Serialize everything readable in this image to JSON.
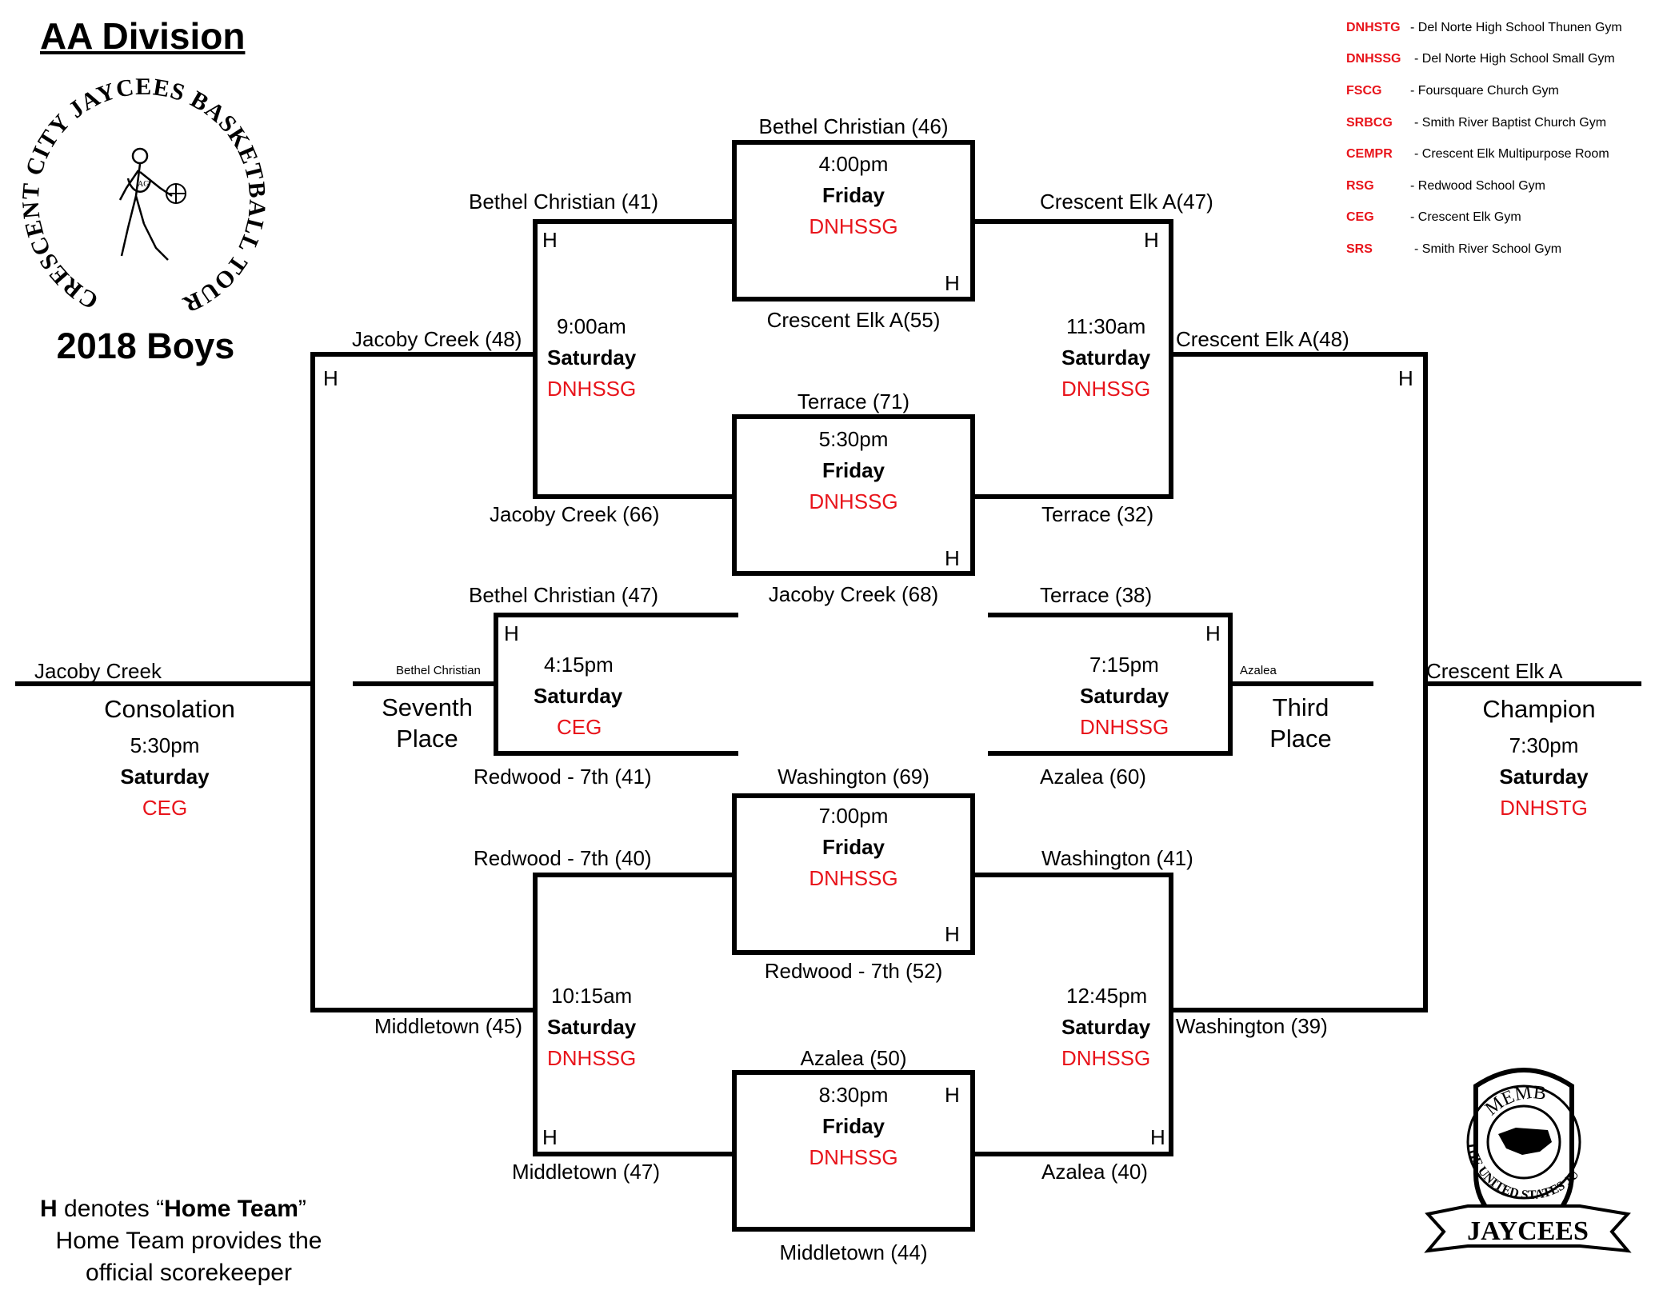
{
  "title": "AA Division",
  "subtitle": "2018 Boys",
  "logo_text": "CRESCENT CITY JAYCEES BASKETBALL TOURNAMENT",
  "jaycees_logo": {
    "top": "MEMBER",
    "ring": "THE UNITED STATES JUNIOR CHAMBER OF COMMERCE",
    "banner": "JAYCEES"
  },
  "legend": [
    {
      "code": "DNHSTG",
      "desc": "- Del Norte High School Thunen Gym"
    },
    {
      "code": "DNHSSG",
      "desc": "- Del Norte High School Small Gym"
    },
    {
      "code": "FSCG",
      "desc": "- Foursquare Church Gym"
    },
    {
      "code": "SRBCG",
      "desc": "- Smith River Baptist Church Gym"
    },
    {
      "code": "CEMPR",
      "desc": "- Crescent Elk Multipurpose Room"
    },
    {
      "code": "RSG",
      "desc": "- Redwood School Gym"
    },
    {
      "code": "CEG",
      "desc": "- Crescent Elk Gym"
    },
    {
      "code": "SRS",
      "desc": "- Smith River School Gym"
    }
  ],
  "home_marker": "H",
  "note": {
    "line1_bold": "H",
    "line1_text": " denotes “",
    "line1_bold2": "Home Team",
    "line1_end": "”",
    "line2": "Home Team provides the",
    "line3": "official scorekeeper"
  },
  "games": {
    "g1": {
      "top_team": "Bethel Christian (46)",
      "bottom_team": "Crescent Elk  A(55)",
      "time": "4:00pm",
      "day": "Friday",
      "site": "DNHSSG"
    },
    "g2": {
      "top_team": "Terrace (71)",
      "bottom_team": "Jacoby Creek (68)",
      "time": "5:30pm",
      "day": "Friday",
      "site": "DNHSSG"
    },
    "g3": {
      "top_team": "Washington (69)",
      "bottom_team": "Redwood  - 7th (52)",
      "time": "7:00pm",
      "day": "Friday",
      "site": "DNHSSG"
    },
    "g4": {
      "top_team": "Azalea (50)",
      "bottom_team": "Middletown (44)",
      "time": "8:30pm",
      "day": "Friday",
      "site": "DNHSSG"
    },
    "sf_left_top": {
      "top_team": "Bethel Christian (41)",
      "bottom_team": "Jacoby Creek (66)",
      "time": "9:00am",
      "day": "Saturday",
      "site": "DNHSSG"
    },
    "sf_right_top": {
      "top_team": "Crescent Elk  A(47)",
      "bottom_team": "Terrace (32)",
      "time": "11:30am",
      "day": "Saturday",
      "site": "DNHSSG"
    },
    "sf_left_bottom": {
      "top_team": "Redwood  - 7th (40)",
      "bottom_team": "Middletown (47)",
      "time": "10:15am",
      "day": "Saturday",
      "site": "DNHSSG"
    },
    "sf_right_bottom": {
      "top_team": "Washington (41)",
      "bottom_team": "Azalea (40)",
      "time": "12:45pm",
      "day": "Saturday",
      "site": "DNHSSG"
    },
    "consolation": {
      "top_team": "Jacoby Creek (48)",
      "bottom_team": "Middletown (45)",
      "winner": "Jacoby Creek",
      "label": "Consolation",
      "time": "5:30pm",
      "day": "Saturday",
      "site": "CEG"
    },
    "champion": {
      "top_team": "Crescent Elk  A(48)",
      "bottom_team": "Washington (39)",
      "winner": "Crescent Elk  A",
      "label": "Champion",
      "time": "7:30pm",
      "day": "Saturday",
      "site": "DNHSTG"
    },
    "seventh": {
      "top_team": "Bethel Christian (47)",
      "bottom_team": "Redwood  - 7th (41)",
      "winner": "Bethel Christian",
      "label1": "Seventh",
      "label2": "Place",
      "time": "4:15pm",
      "day": "Saturday",
      "site": "CEG"
    },
    "third": {
      "top_team": "Terrace (38)",
      "bottom_team": "Azalea (60)",
      "winner": "Azalea",
      "label1": "Third",
      "label2": "Place",
      "time": "7:15pm",
      "day": "Saturday",
      "site": "DNHSSG"
    }
  }
}
